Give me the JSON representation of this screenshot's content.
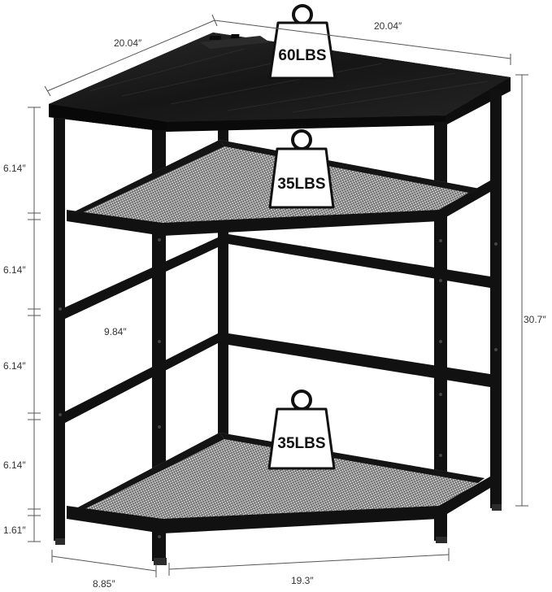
{
  "product": {
    "colors": {
      "frame": "#111111",
      "top": "#1c1c1c",
      "mesh": "#bdbdbd",
      "badge": "#ffffff"
    }
  },
  "dimensions": {
    "top_left_width": "20.04″",
    "top_right_width": "20.04″",
    "total_height": "30.7″",
    "inner_depth": "9.84″",
    "bottom_depth": "8.85″",
    "bottom_width": "19.3″",
    "shelf_gaps": [
      "6.14″",
      "6.14″",
      "6.14″",
      "6.14″"
    ],
    "foot_height": "1.61″"
  },
  "load_badges": [
    {
      "label": "60LBS",
      "icon": "weight-icon"
    },
    {
      "label": "35LBS",
      "icon": "weight-icon"
    },
    {
      "label": "35LBS",
      "icon": "weight-icon"
    }
  ]
}
